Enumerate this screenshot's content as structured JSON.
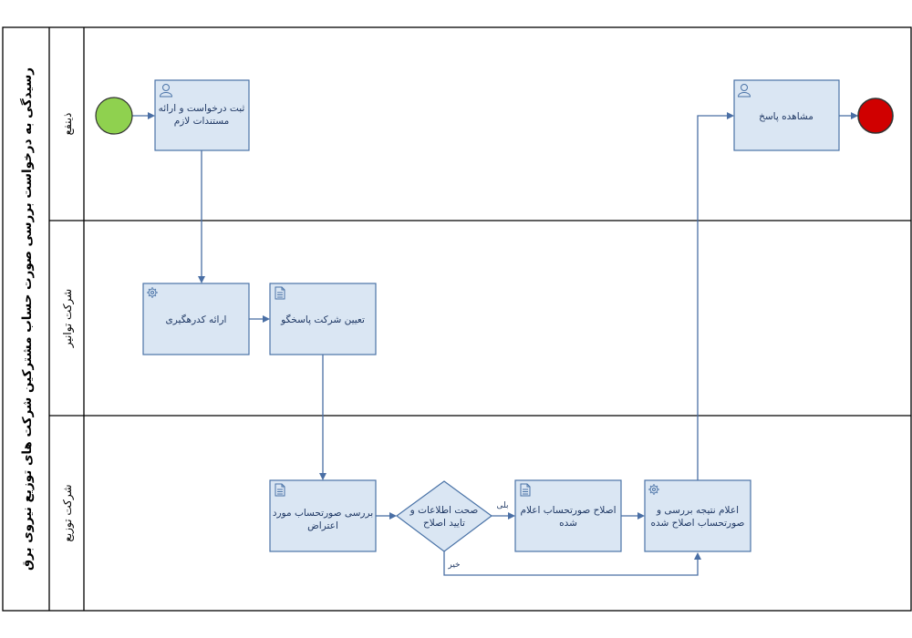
{
  "pool": {
    "title": "رسیدگی به درخواست بررسی صورت حساب مشترکین شرکت های توزیع نیروی برق"
  },
  "lanes": [
    {
      "label": "ذینفع"
    },
    {
      "label": "شرکت توانیر"
    },
    {
      "label": "شرکت توزیع"
    }
  ],
  "tasks": {
    "submit_request": {
      "lines": [
        "ثبت درخواست و ارائه",
        "مستندات لازم"
      ],
      "icon": "user-icon"
    },
    "view_response": {
      "lines": [
        "مشاهده پاسخ"
      ],
      "icon": "user-icon"
    },
    "provide_tracking_code": {
      "lines": [
        "ارائه کدرهگیری"
      ],
      "icon": "gear-icon"
    },
    "assign_responding_company": {
      "lines": [
        "تعیین شرکت پاسخگو"
      ],
      "icon": "document-icon"
    },
    "review_disputed_bill": {
      "lines": [
        "بررسی صورتحساب مورد",
        "اعتراض"
      ],
      "icon": "document-icon"
    },
    "correct_bill": {
      "lines": [
        "اصلاح صورتحساب اعلام",
        "شده"
      ],
      "icon": "document-icon"
    },
    "announce_result": {
      "lines": [
        "اعلام نتیجه بررسی و",
        "صورتحساب اصلاح شده"
      ],
      "icon": "gear-icon"
    }
  },
  "gateway": {
    "lines": [
      "صحت اطلاعات و",
      "تایید اصلاح"
    ]
  },
  "flow_labels": {
    "yes": "بلی",
    "no": "خیر"
  },
  "events": {
    "start_color": "#8fd14f",
    "end_color": "#d00000"
  },
  "colors": {
    "task_fill": "#dae6f3",
    "task_stroke": "#4a73a7",
    "flow": "#4a6fa5"
  }
}
